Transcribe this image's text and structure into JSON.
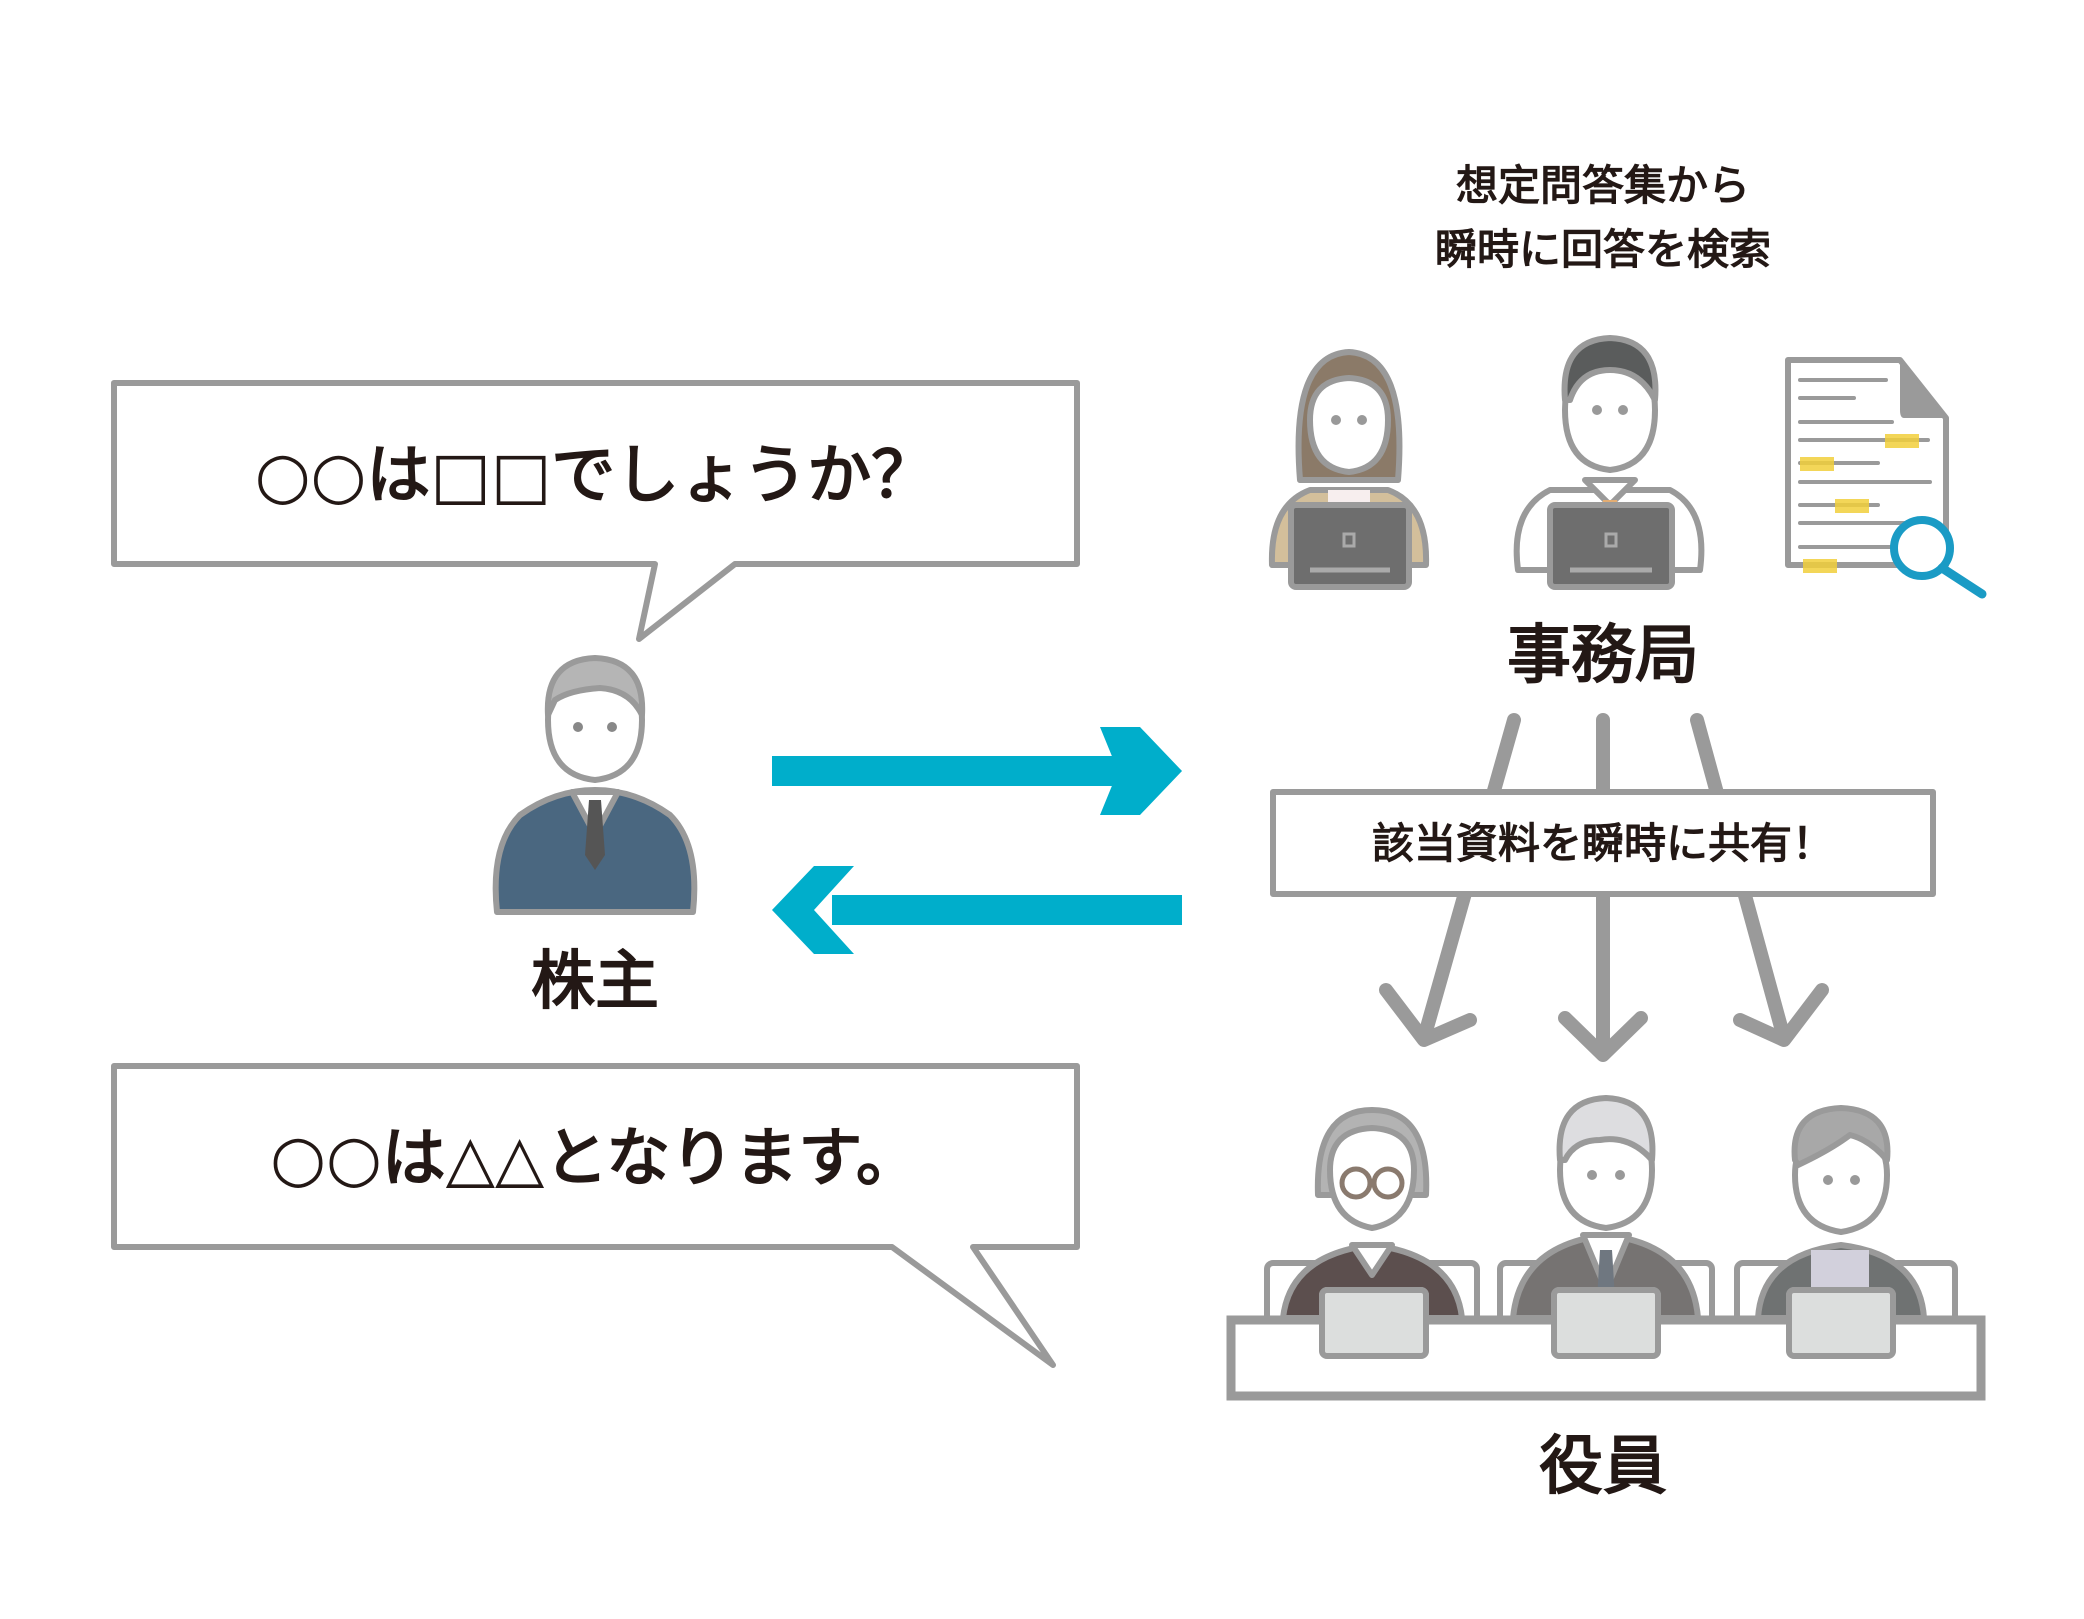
{
  "question_bubble": {
    "text": "○○は□□でしょうか？"
  },
  "answer_bubble": {
    "text": "○○は△△となります。"
  },
  "shareholder": {
    "label": "株主"
  },
  "secretariat": {
    "caption_line1": "想定問答集から",
    "caption_line2": "瞬時に回答を検索",
    "label": "事務局"
  },
  "share_box": {
    "text": "該当資料を瞬時に共有！"
  },
  "executives": {
    "label": "役員"
  },
  "colors": {
    "arrow": "#00aecb",
    "stroke_gray": "#9a9a9a",
    "suit_blue": "#4a6780",
    "magnifier": "#1a9bc5",
    "highlight": "#f2cf3c"
  }
}
